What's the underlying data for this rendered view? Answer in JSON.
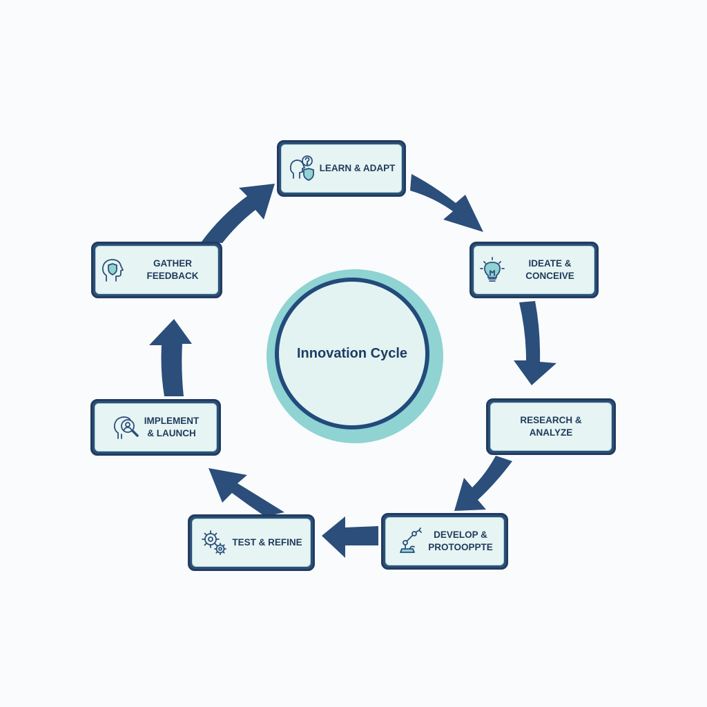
{
  "diagram": {
    "center_label": "Innovation Cycle",
    "steps": [
      {
        "label": "LEARN & ADAPT",
        "icon": "head-question-shield-icon"
      },
      {
        "label": "IDEATE & CONCEIVE",
        "icon": "lightbulb-icon"
      },
      {
        "label": "RESEARCH &\nANALYZE",
        "icon": ""
      },
      {
        "label": "DEVELOP &\nPROTOOPPTE",
        "icon": "robot-arm-icon"
      },
      {
        "label": "TEST & REFINE",
        "icon": "gears-icon"
      },
      {
        "label": "IMPLEMENT\n& LAUNCH",
        "icon": "head-magnifier-icon"
      },
      {
        "label": "GATHER FEEDBACK",
        "icon": "head-shield-icon"
      }
    ],
    "colors": {
      "arrow": "#2b4e7b",
      "box_border": "#213c60",
      "box_fill": "#e6f4f3",
      "hub_ring": "#8fd3d3",
      "hub_border": "#224b7c",
      "text": "#1f3a5c"
    }
  }
}
